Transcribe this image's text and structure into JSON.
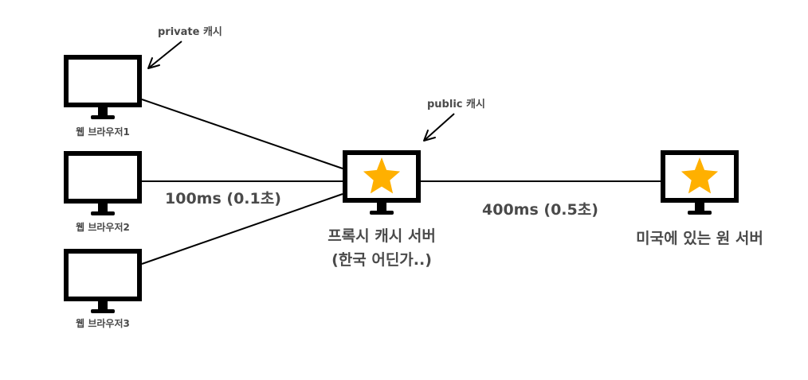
{
  "annotations": {
    "private_cache": "private 캐시",
    "public_cache": "public 캐시"
  },
  "clients": [
    {
      "label": "웹 브라우저1"
    },
    {
      "label": "웹 브라우저2"
    },
    {
      "label": "웹 브라우저3"
    }
  ],
  "proxy": {
    "line1": "프록시 캐시 서버",
    "line2": "(한국 어딘가..)"
  },
  "origin": {
    "label": "미국에 있는 원 서버"
  },
  "latency": {
    "client_to_proxy": "100ms (0.1초)",
    "proxy_to_origin": "400ms (0.5초)"
  },
  "colors": {
    "star": "#FFB000",
    "monitor": "#000000",
    "text": "#4a4a4a"
  }
}
